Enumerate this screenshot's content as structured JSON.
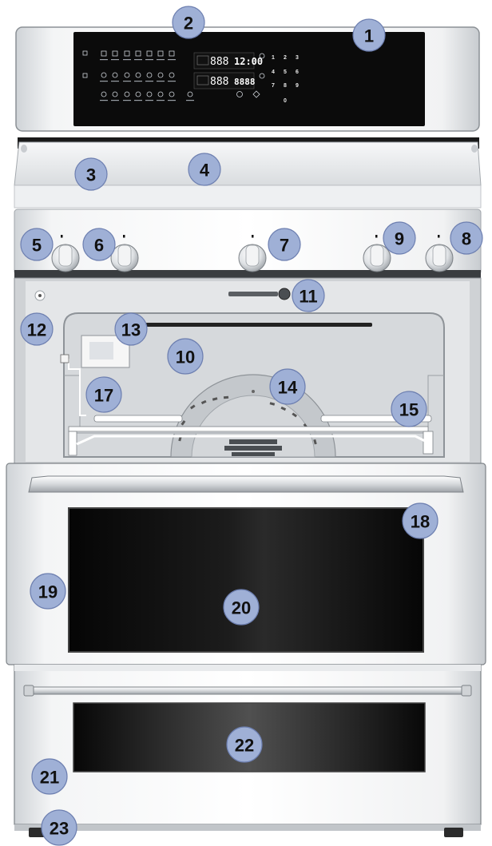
{
  "control_panel": {
    "display_upper": "888",
    "display_lower": "888",
    "clock_upper": "12:00",
    "clock_lower": "8888",
    "keypad": [
      "1",
      "2",
      "3",
      "4",
      "5",
      "6",
      "7",
      "8",
      "9",
      "0"
    ]
  },
  "callouts": {
    "c1": "1",
    "c2": "2",
    "c3": "3",
    "c4": "4",
    "c5": "5",
    "c6": "6",
    "c7": "7",
    "c8": "8",
    "c9": "9",
    "c10": "10",
    "c11": "11",
    "c12": "12",
    "c13": "13",
    "c14": "14",
    "c15": "15",
    "c17": "17",
    "c18": "18",
    "c19": "19",
    "c20": "20",
    "c21": "21",
    "c22": "22",
    "c23": "23"
  },
  "colors": {
    "callout_fill": "#9fb0d6",
    "panel_black": "#0b0b0b",
    "stainless": "#e6e8ea",
    "oven_cavity": "#dcdfe2"
  }
}
